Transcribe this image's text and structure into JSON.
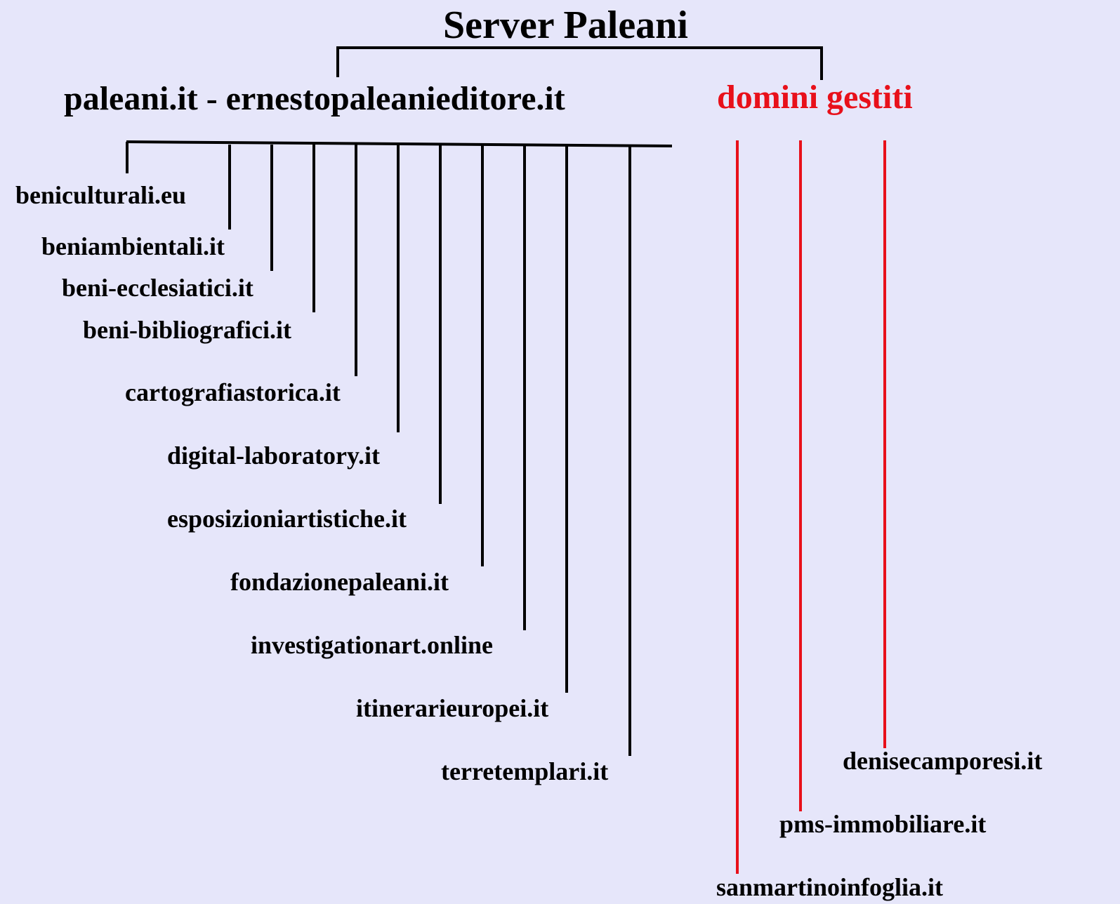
{
  "title": "Server Paleani",
  "colors": {
    "background": "#e6e6fa",
    "black_branch": "#000000",
    "red_branch": "#e8101a"
  },
  "main_branch": {
    "label": "paleani.it - ernestopaleanieditore.it",
    "children": [
      "beniculturali.eu",
      "beniambientali.it",
      "beni-ecclesiatici.it",
      "beni-bibliografici.it",
      "cartografiastorica.it",
      "digital-laboratory.it",
      "esposizioniartistiche.it",
      "fondazionepaleani.it",
      "investigationart.online",
      "itinerarieuropei.it",
      "terretemplari.it"
    ]
  },
  "managed_branch": {
    "label": "domini gestiti",
    "children": [
      "sanmartinoinfoglia.it",
      "pms-immobiliare.it",
      "denisecamporesi.it"
    ]
  }
}
